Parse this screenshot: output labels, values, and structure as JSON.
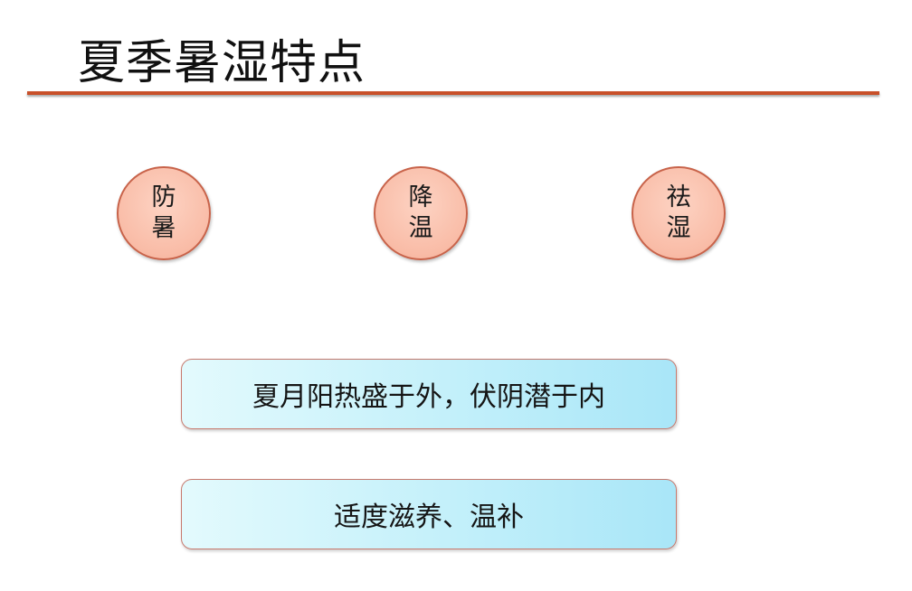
{
  "title": "夏季暑湿特点",
  "colors": {
    "rule": "#c8502a",
    "circle_fill": "#f9bca7",
    "circle_border": "#c8634a",
    "box_fill_start": "#e3fafd",
    "box_fill_end": "#a9e6f8"
  },
  "circles": [
    {
      "line1": "防",
      "line2": "暑"
    },
    {
      "line1": "降",
      "line2": "温"
    },
    {
      "line1": "祛",
      "line2": "湿"
    }
  ],
  "boxes": [
    {
      "text": "夏月阳热盛于外，伏阴潜于内"
    },
    {
      "text": "适度滋养、温补"
    }
  ]
}
